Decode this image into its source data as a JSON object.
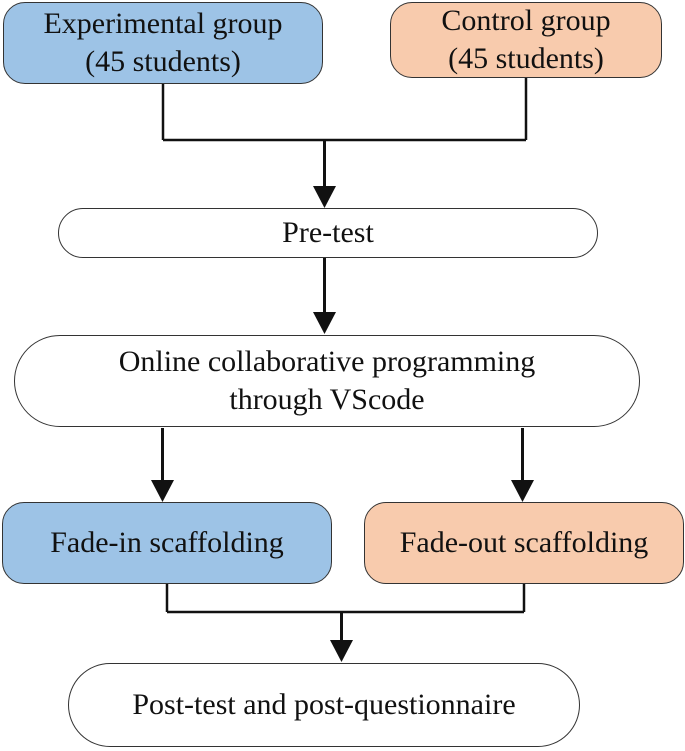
{
  "diagram": {
    "experimental_group": {
      "line1": "Experimental group",
      "line2": "(45 students)",
      "color": "#9dc3e6"
    },
    "control_group": {
      "line1": "Control group",
      "line2": "(45 students)",
      "color": "#f8cbad"
    },
    "pre_test": "Pre-test",
    "online_programming": {
      "line1": "Online collaborative programming",
      "line2": "through VScode"
    },
    "fade_in": "Fade-in scaffolding",
    "fade_out": "Fade-out scaffolding",
    "post_test": "Post-test and post-questionnaire"
  }
}
